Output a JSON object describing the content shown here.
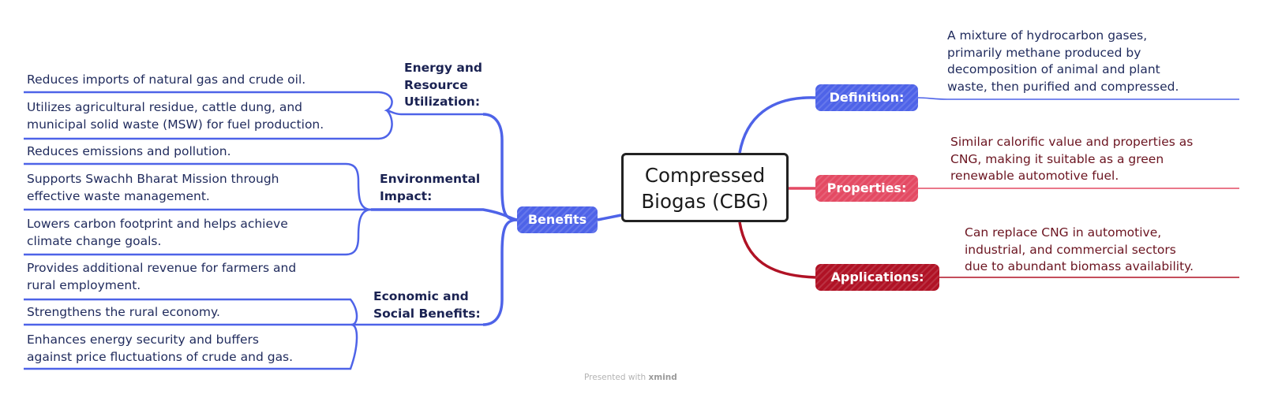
{
  "central_topic": "Compressed\nBiogas (CBG)",
  "benefits": {
    "label": "Benefits",
    "groups": [
      {
        "title": "Energy and\nResource\nUtilization:",
        "items": [
          "Reduces imports of natural gas and crude oil.",
          "Utilizes agricultural residue, cattle dung, and\nmunicipal solid waste (MSW) for fuel production."
        ]
      },
      {
        "title": "Environmental\nImpact:",
        "items": [
          "Reduces emissions and pollution.",
          "Supports Swachh Bharat Mission through\neffective waste management.",
          "Lowers carbon footprint and helps achieve\nclimate change goals."
        ]
      },
      {
        "title": "Economic and\nSocial Benefits:",
        "items": [
          "Provides additional revenue for farmers and\nrural employment.",
          "Strengthens the rural economy.",
          "Enhances energy security and buffers\nagainst price fluctuations of crude and gas."
        ]
      }
    ]
  },
  "definition": {
    "label": "Definition:",
    "text": "A mixture of hydrocarbon gases,\nprimarily methane produced by\ndecomposition of animal and plant\nwaste, then purified and compressed."
  },
  "properties": {
    "label": "Properties:",
    "text": "Similar calorific value and properties as\nCNG, making it suitable as a green\nrenewable automotive fuel."
  },
  "applications": {
    "label": "Applications:",
    "text": "Can replace CNG in automotive,\nindustrial, and commercial sectors\ndue to abundant biomass availability."
  },
  "watermark": {
    "prefix": "Presented with",
    "brand": "xmind"
  },
  "colors": {
    "blue": "#4e63e8",
    "pink": "#e44a63",
    "red": "#b01225",
    "dark_text": "#1f2a5c",
    "maroon_text": "#6b1420"
  }
}
